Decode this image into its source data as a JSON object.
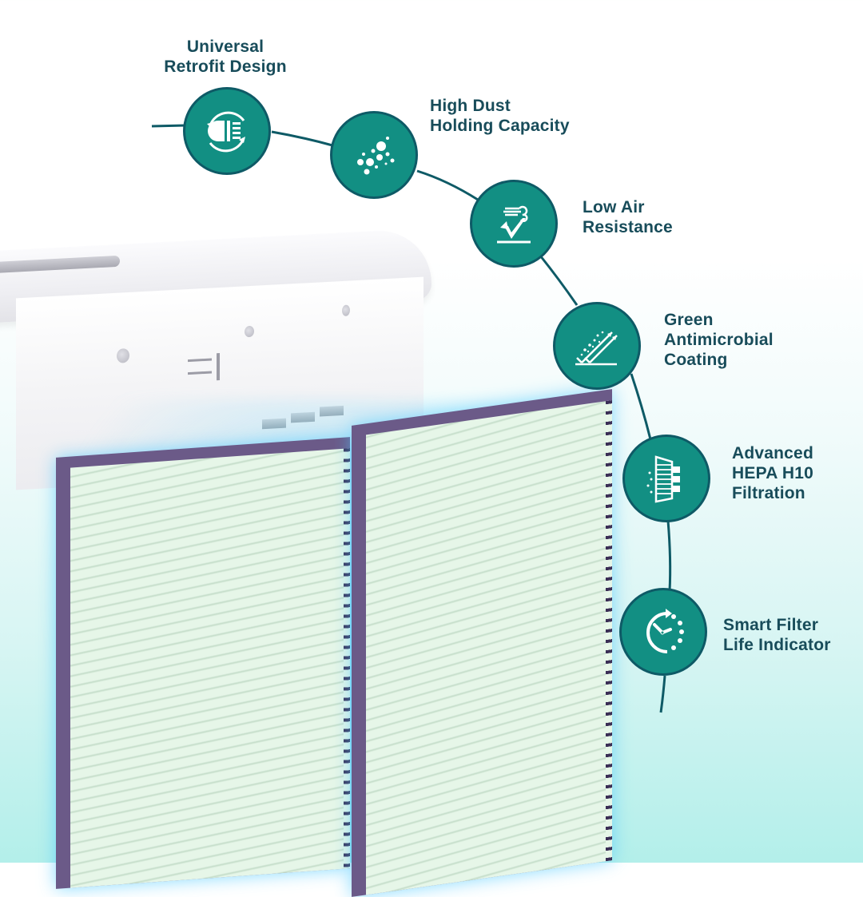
{
  "colors": {
    "icon_fill": "#128f83",
    "icon_border": "#0e5a66",
    "connector_line": "#0e5a66",
    "label_text": "#184c5a",
    "filter_frame": "#6b5a88",
    "filter_media": "#e6f6e8",
    "background_bottom": "#b3efea"
  },
  "features": [
    {
      "label": "Universal\nRetrofit Design",
      "icon": "retrofit-headlight-icon"
    },
    {
      "label": "High Dust\nHolding Capacity",
      "icon": "dust-particles-icon"
    },
    {
      "label": "Low Air\nResistance",
      "icon": "airflow-check-icon"
    },
    {
      "label": "Green\nAntimicrobial\nCoating",
      "icon": "antimicrobial-coating-icon"
    },
    {
      "label": "Advanced\nHEPA H10\nFiltration",
      "icon": "hepa-filter-icon"
    },
    {
      "label": "Smart Filter\nLife Indicator",
      "icon": "filter-life-timer-icon"
    }
  ],
  "product": {
    "device": "air-purifier",
    "filter_panels": 2
  }
}
